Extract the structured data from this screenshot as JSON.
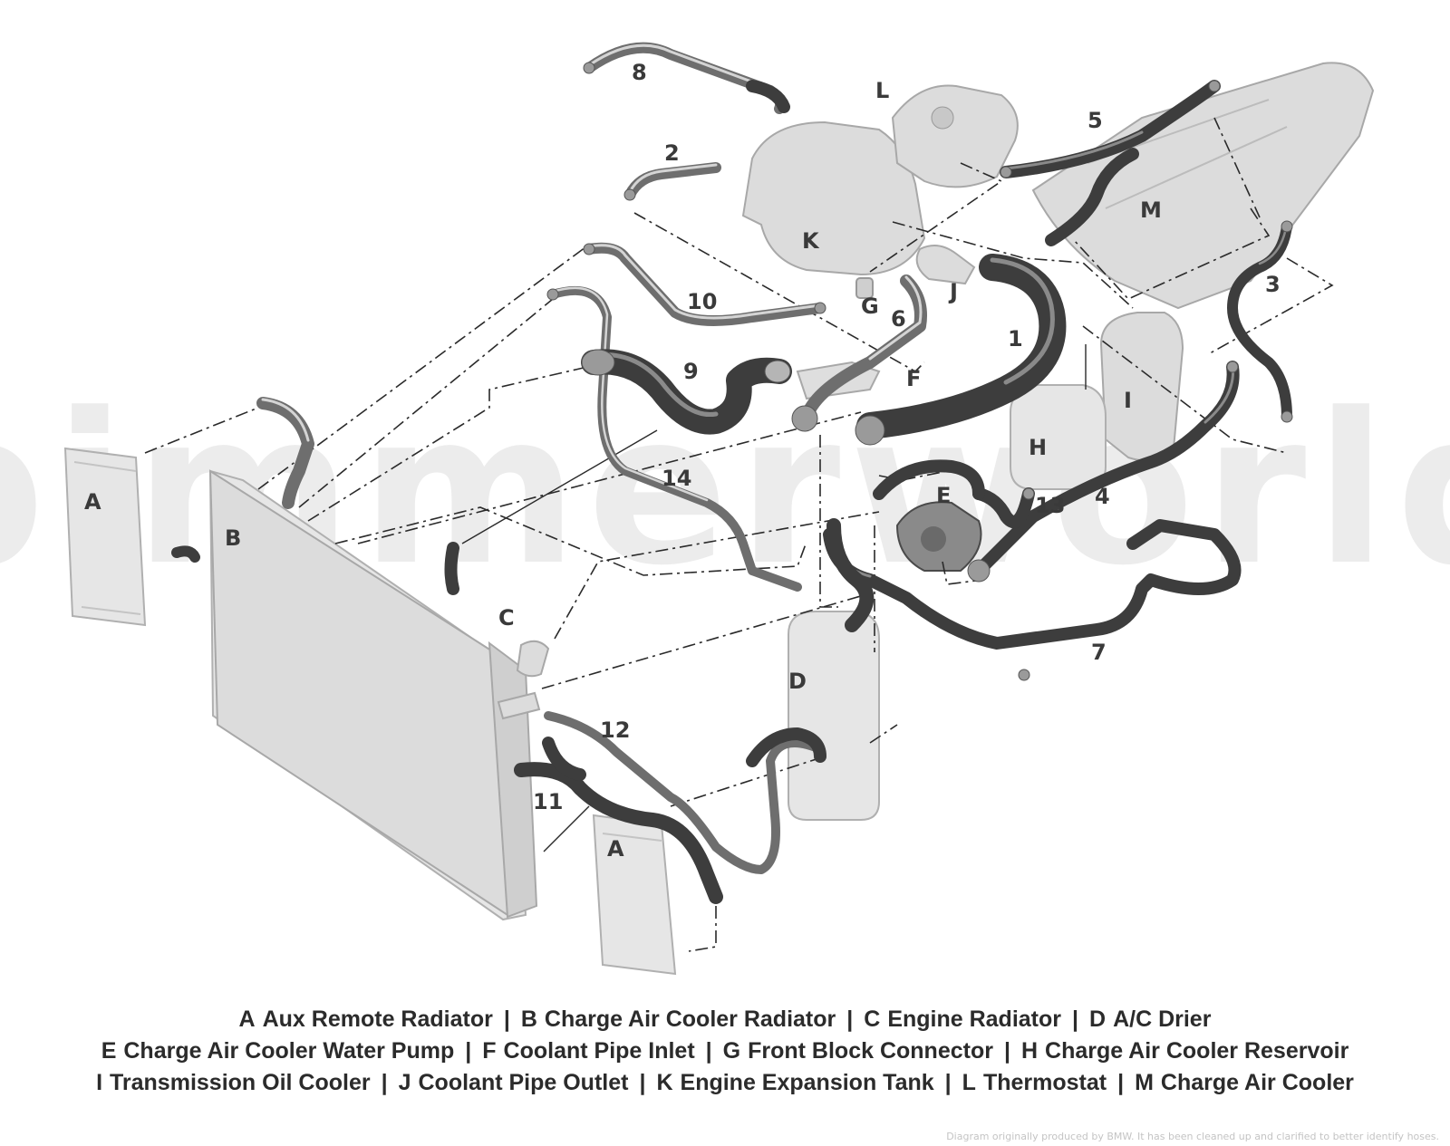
{
  "watermark": "bimmerworld",
  "labels": {
    "A_left": "A",
    "B": "B",
    "C": "C",
    "D": "D",
    "E": "E",
    "F": "F",
    "G": "G",
    "H": "H",
    "I": "I",
    "J": "J",
    "K": "K",
    "L": "L",
    "M": "M",
    "A_bottom": "A",
    "n1": "1",
    "n2": "2",
    "n3": "3",
    "n4": "4",
    "n5": "5",
    "n6": "6",
    "n7": "7",
    "n8": "8",
    "n9": "9",
    "n10": "10",
    "n11": "11",
    "n12": "12",
    "n13": "13",
    "n14": "14"
  },
  "legend": {
    "line1": [
      {
        "code": "A",
        "name": "Aux Remote Radiator"
      },
      {
        "code": "B",
        "name": "Charge Air Cooler Radiator"
      },
      {
        "code": "C",
        "name": "Engine Radiator"
      },
      {
        "code": "D",
        "name": "A/C Drier"
      }
    ],
    "line2": [
      {
        "code": "E",
        "name": "Charge Air Cooler Water Pump"
      },
      {
        "code": "F",
        "name": "Coolant Pipe Inlet"
      },
      {
        "code": "G",
        "name": "Front Block Connector"
      },
      {
        "code": "H",
        "name": "Charge Air Cooler Reservoir"
      }
    ],
    "line3": [
      {
        "code": "I",
        "name": "Transmission Oil Cooler"
      },
      {
        "code": "J",
        "name": "Coolant Pipe Outlet"
      },
      {
        "code": "K",
        "name": "Engine Expansion Tank"
      },
      {
        "code": "L",
        "name": "Thermostat"
      },
      {
        "code": "M",
        "name": "Charge Air Cooler"
      }
    ],
    "separator": "|"
  },
  "credit": "Diagram originally produced by BMW. It has been cleaned up and clarified to better identify hoses."
}
